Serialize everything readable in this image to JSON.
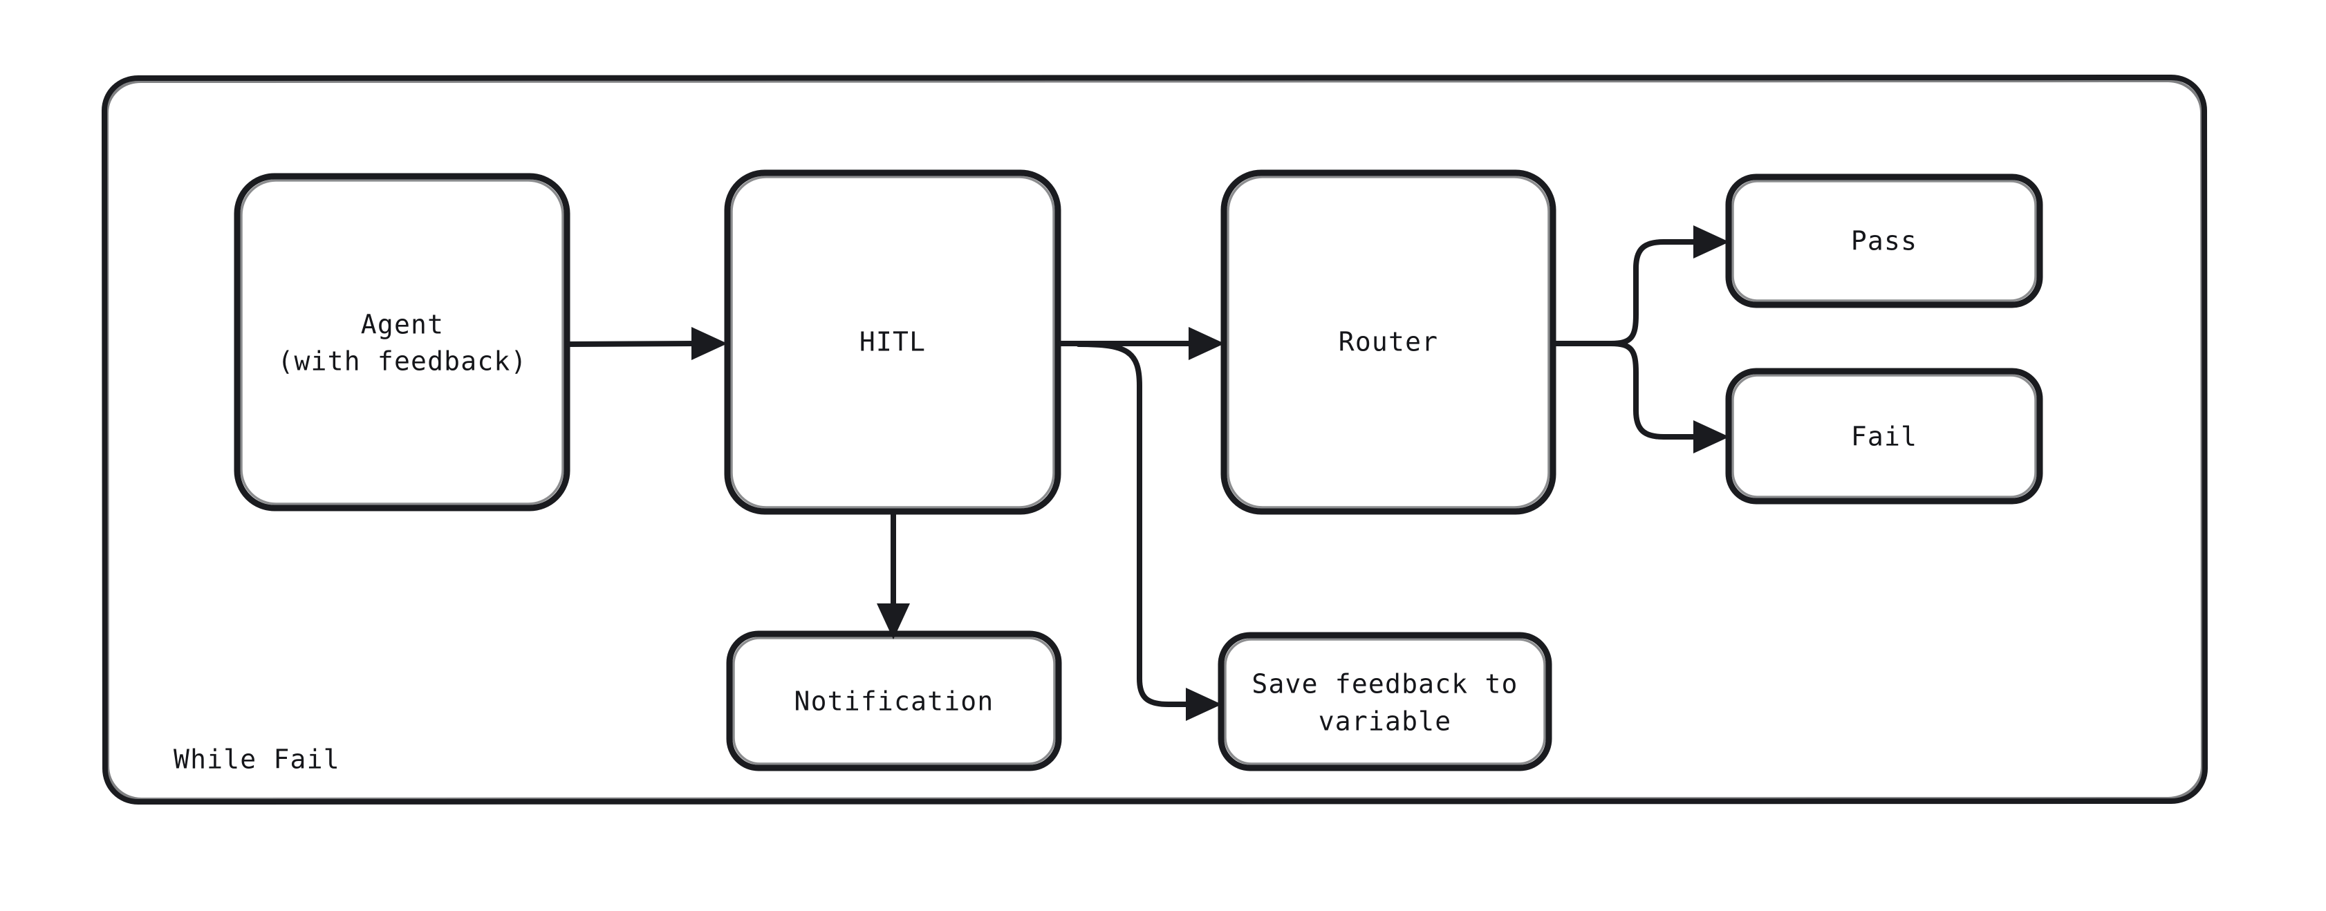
{
  "diagram": {
    "title": "While Fail",
    "group_label": "While Fail",
    "style": {
      "stroke": "#1a1b1f",
      "fill": "#ffffff",
      "background": "#ffffff",
      "text_color": "#15161a"
    },
    "nodes": {
      "agent": {
        "line1": "Agent",
        "line2": "(with feedback)"
      },
      "hitl": {
        "label": "HITL"
      },
      "router": {
        "label": "Router"
      },
      "pass": {
        "label": "Pass"
      },
      "fail": {
        "label": "Fail"
      },
      "notification": {
        "label": "Notification"
      },
      "save_feedback": {
        "line1": "Save feedback to",
        "line2": "variable"
      }
    },
    "edges": [
      {
        "from": "agent",
        "to": "hitl",
        "label": ""
      },
      {
        "from": "hitl",
        "to": "router",
        "label": ""
      },
      {
        "from": "hitl",
        "to": "notification",
        "label": ""
      },
      {
        "from": "hitl",
        "to": "save_feedback",
        "label": ""
      },
      {
        "from": "router",
        "to": "pass",
        "label": ""
      },
      {
        "from": "router",
        "to": "fail",
        "label": ""
      }
    ]
  }
}
